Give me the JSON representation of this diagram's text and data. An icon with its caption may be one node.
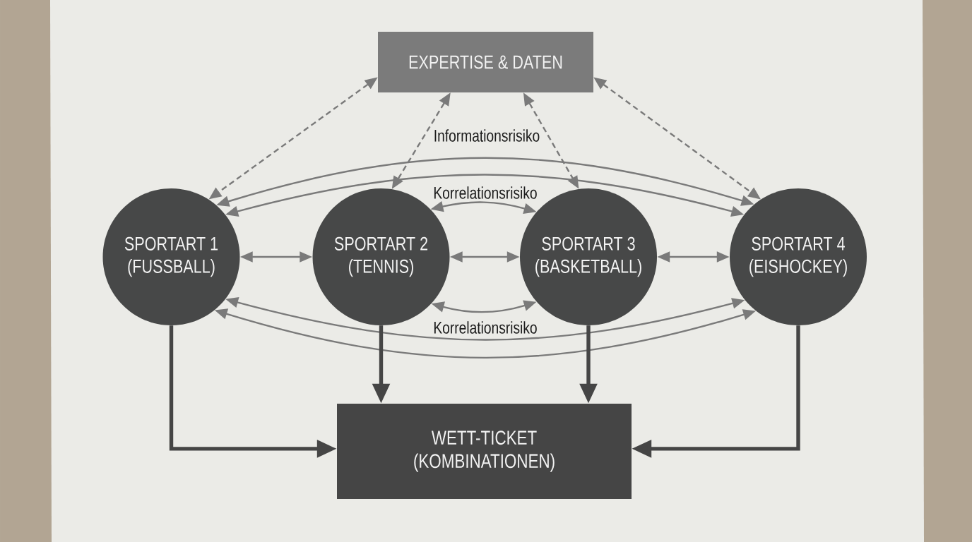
{
  "diagram": {
    "nodes": [
      {
        "text": [
          "EXPERTISE & DATEN"
        ]
      },
      {
        "text": [
          "SPORTART 1 (FUSSBALL)"
        ]
      },
      {
        "text": [
          "SPORTART 2 (TENNIS)"
        ]
      },
      {
        "text": [
          "SPORTART 3 (BASKETBALL)"
        ]
      },
      {
        "text": [
          "SPORTART 4 (EISHOCKEY)"
        ]
      },
      {
        "text": [
          "WETT-TICKET (KOMBINATIONEN)"
        ]
      }
    ],
    "edges": [
      {
        "from": 0,
        "to": 1,
        "arrow": "both",
        "style": "dashed"
      },
      {
        "from": 0,
        "to": 2,
        "arrow": "both",
        "style": "dashed"
      },
      {
        "from": 0,
        "to": 3,
        "arrow": "both",
        "style": "dashed"
      },
      {
        "from": 0,
        "to": 4,
        "arrow": "both",
        "style": "dashed"
      },
      {
        "from": 1,
        "to": 2,
        "arrow": "both"
      },
      {
        "from": 2,
        "to": 3,
        "arrow": "both"
      },
      {
        "from": 3,
        "to": 4,
        "arrow": "both"
      },
      {
        "from": 2,
        "to": 3,
        "arrow": "both"
      },
      {
        "from": 2,
        "to": 3,
        "arrow": "both"
      },
      {
        "from": 1,
        "to": 4,
        "arrow": "both"
      },
      {
        "from": 1,
        "to": 4,
        "arrow": "both"
      },
      {
        "from": 1,
        "to": 4,
        "arrow": "both"
      },
      {
        "from": 1,
        "to": 4,
        "arrow": "both"
      },
      {
        "from": 1,
        "to": 5,
        "arrow": "to",
        "style": "thick",
        "color": "#454545"
      },
      {
        "from": 2,
        "to": 5,
        "arrow": "to",
        "style": "thick",
        "color": "#454545"
      },
      {
        "from": 3,
        "to": 5,
        "arrow": "to",
        "style": "thick",
        "color": "#454545"
      },
      {
        "from": 4,
        "to": 5,
        "arrow": "to",
        "style": "thick",
        "color": "#454545"
      }
    ],
    "labels": [
      "Informationsrisiko",
      "Korrelationsrisiko",
      "Korrelationsrisiko"
    ]
  }
}
